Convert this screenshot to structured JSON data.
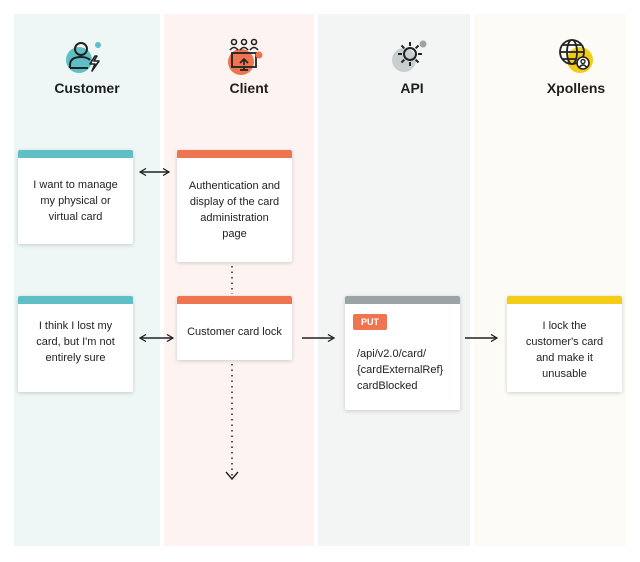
{
  "lanes": [
    {
      "id": "customer",
      "title": "Customer",
      "icon": "customer-icon"
    },
    {
      "id": "client",
      "title": "Client",
      "icon": "users-monitor-icon"
    },
    {
      "id": "api",
      "title": "API",
      "icon": "gear-icon"
    },
    {
      "id": "xpollens",
      "title": "Xpollens",
      "icon": "globe-user-icon"
    }
  ],
  "cards": {
    "customer_manage": "I want to manage my physical or virtual card",
    "client_auth": "Authentication and display of the card administration page",
    "customer_lost": "I think I lost my card, but I'm not entirely sure",
    "client_lock": "Customer card lock",
    "api_method": "PUT",
    "api_path_line1": "/api/v2.0/card/",
    "api_path_line2": "{cardExternalRef}",
    "api_path_line3": "cardBlocked",
    "xpollens_lock": "I lock the customer's card and make it unusable"
  },
  "colors": {
    "customer": "#5fbfc7",
    "client": "#ee7550",
    "api": "#9aa4a7",
    "xpollens": "#f5cc15"
  }
}
